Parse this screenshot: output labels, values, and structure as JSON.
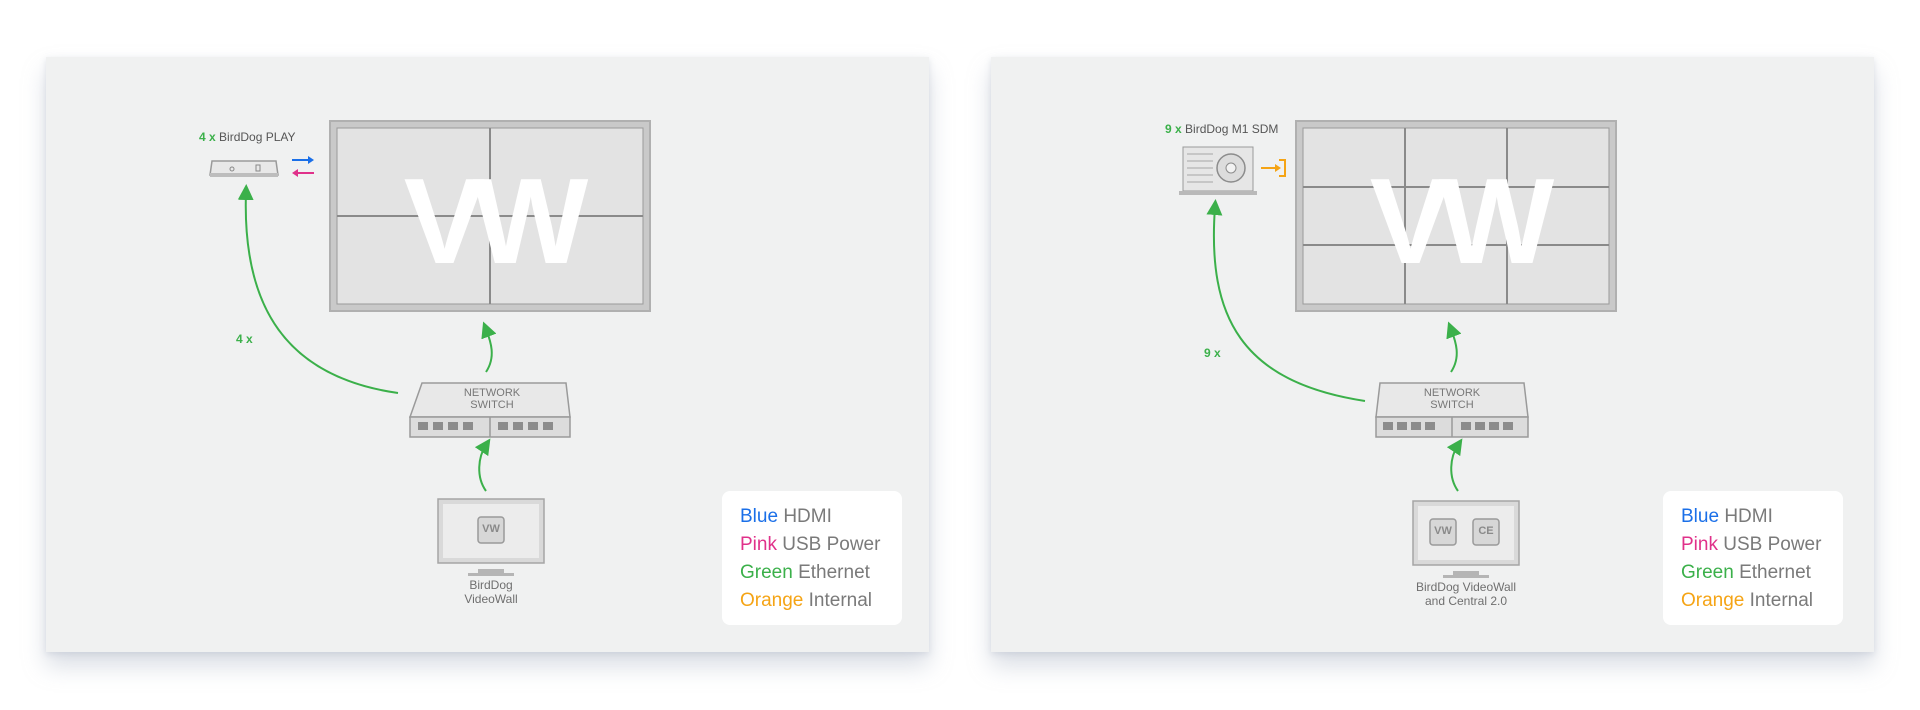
{
  "panels": [
    {
      "device_count": "4 x",
      "device_name": "BirdDog PLAY",
      "ethernet_count": "4 x",
      "switch_label_1": "NETWORK",
      "switch_label_2": "SWITCH",
      "source_label_1": "BirdDog",
      "source_label_2": "VideoWall",
      "monitor_icons": [
        "VW"
      ],
      "wall_logo": "VW",
      "wall_grid": [
        2,
        2
      ]
    },
    {
      "device_count": "9 x",
      "device_name": "BirdDog M1 SDM",
      "ethernet_count": "9 x",
      "switch_label_1": "NETWORK",
      "switch_label_2": "SWITCH",
      "source_label_1": "BirdDog VideoWall",
      "source_label_2": "and Central 2.0",
      "monitor_icons": [
        "VW",
        "CE"
      ],
      "wall_logo": "VW",
      "wall_grid": [
        3,
        3
      ]
    }
  ],
  "legend": [
    {
      "color_word": "Blue",
      "label": "HDMI",
      "color": "#1a6fe8"
    },
    {
      "color_word": "Pink",
      "label": "USB Power",
      "color": "#e0318a"
    },
    {
      "color_word": "Green",
      "label": "Ethernet",
      "color": "#3bb04a"
    },
    {
      "color_word": "Orange",
      "label": "Internal",
      "color": "#f5a415"
    }
  ],
  "colors": {
    "panel_bg": "#f0f1f1",
    "ethernet": "#3bb04a",
    "hdmi": "#1a6fe8",
    "usb_power": "#e0318a",
    "internal": "#f5a415"
  }
}
